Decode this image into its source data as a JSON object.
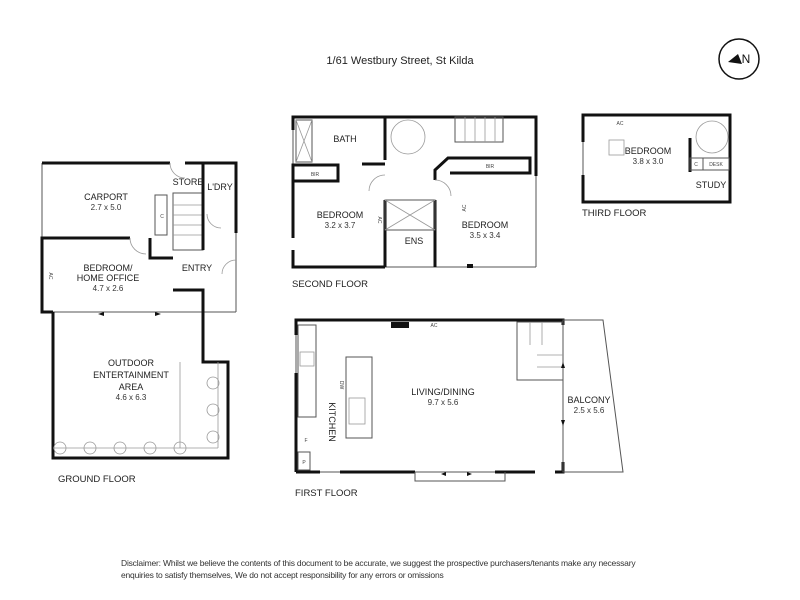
{
  "title": "1/61 Westbury Street, St Kilda",
  "compass": {
    "label": "N",
    "icon": "north-compass-icon"
  },
  "ground_floor": {
    "label": "GROUND FLOOR",
    "rooms": {
      "carport": {
        "name": "CARPORT",
        "size": "2.7 x 5.0"
      },
      "store": {
        "name": "STORE"
      },
      "laundry": {
        "name": "L'DRY"
      },
      "cupboard": {
        "name": "C"
      },
      "bedroom": {
        "name1": "BEDROOM/",
        "name2": "HOME OFFICE",
        "size": "4.7 x 2.6"
      },
      "ac": {
        "name": "AC"
      },
      "entry": {
        "name": "ENTRY"
      },
      "outdoor": {
        "name1": "OUTDOOR",
        "name2": "ENTERTAINMENT",
        "name3": "AREA",
        "size": "4.6 x 6.3"
      }
    }
  },
  "second_floor": {
    "label": "SECOND FLOOR",
    "rooms": {
      "bath": {
        "name": "BATH"
      },
      "bir_left": {
        "name": "BIR"
      },
      "bir_right": {
        "name": "BIR"
      },
      "bedroom_left": {
        "name": "BEDROOM",
        "size": "3.2 x 3.7"
      },
      "bedroom_right": {
        "name": "BEDROOM",
        "size": "3.5 x 3.4"
      },
      "ens": {
        "name": "ENS"
      },
      "ac_left": {
        "name": "AC"
      },
      "ac_right": {
        "name": "AC"
      }
    }
  },
  "third_floor": {
    "label": "THIRD FLOOR",
    "rooms": {
      "bedroom": {
        "name": "BEDROOM",
        "size": "3.8 x 3.0"
      },
      "ac": {
        "name": "AC"
      },
      "cupboard": {
        "name": "C"
      },
      "desk": {
        "name": "DESK"
      },
      "study": {
        "name": "STUDY"
      }
    }
  },
  "first_floor": {
    "label": "FIRST FLOOR",
    "rooms": {
      "living": {
        "name": "LIVING/DINING",
        "size": "9.7 x 5.6"
      },
      "kitchen": {
        "name": "KITCHEN"
      },
      "balcony": {
        "name": "BALCONY",
        "size": "2.5 x 5.6"
      },
      "ac": {
        "name": "AC"
      },
      "dw": {
        "name": "DW"
      },
      "fridge": {
        "name": "F"
      },
      "pantry": {
        "name": "P"
      }
    }
  },
  "disclaimer": {
    "line1": "Disclaimer: Whilst we believe the contents of this document to be accurate, we suggest the prospective purchasers/tenants make any necessary",
    "line2": "enquiries to satisfy themselves, We do not accept responsibility for any errors or omissions"
  }
}
